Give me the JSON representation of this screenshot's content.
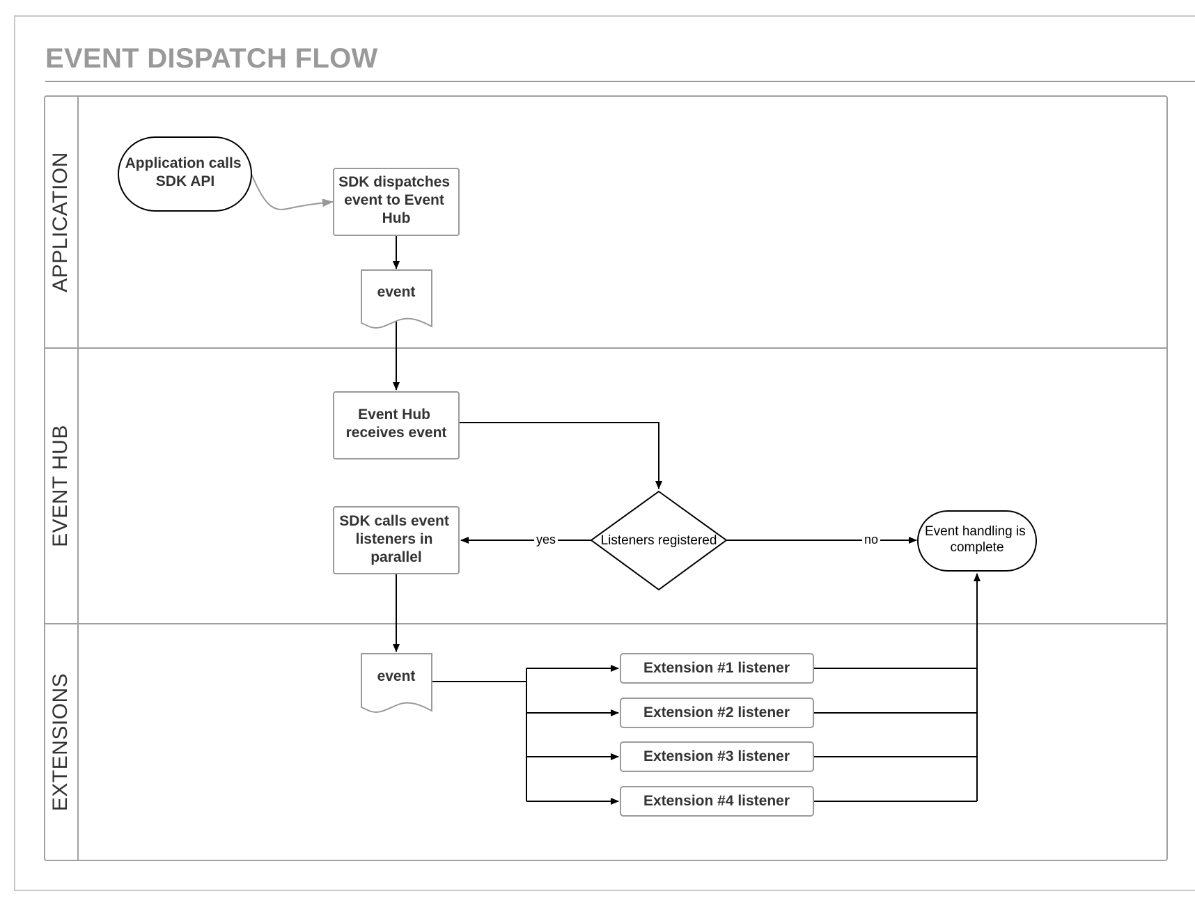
{
  "title": "EVENT DISPATCH FLOW",
  "lanes": [
    {
      "label": "APPLICATION"
    },
    {
      "label": "EVENT HUB"
    },
    {
      "label": "EXTENSIONS"
    }
  ],
  "nodes": {
    "start": {
      "lines": [
        "Application calls",
        "SDK API"
      ]
    },
    "dispatch": {
      "lines": [
        "SDK dispatches",
        "event to Event",
        "Hub"
      ]
    },
    "event_doc_top": {
      "lines": [
        "event"
      ]
    },
    "hub_receives": {
      "lines": [
        "Event Hub",
        "receives event"
      ]
    },
    "decision": {
      "lines": [
        "Listeners registered"
      ]
    },
    "calls_listeners": {
      "lines": [
        "SDK calls event",
        "listeners in",
        "parallel"
      ]
    },
    "complete": {
      "lines": [
        "Event handling is",
        "complete"
      ]
    },
    "event_doc_bottom": {
      "lines": [
        "event"
      ]
    },
    "ext1": {
      "lines": [
        "Extension #1 listener"
      ]
    },
    "ext2": {
      "lines": [
        "Extension #2 listener"
      ]
    },
    "ext3": {
      "lines": [
        "Extension #3 listener"
      ]
    },
    "ext4": {
      "lines": [
        "Extension #4 listener"
      ]
    }
  },
  "edge_labels": {
    "yes": "yes",
    "no": "no"
  },
  "colors": {
    "title": "#999999",
    "lane_border": "#a0a0a0",
    "box_border": "#9a9a9a",
    "connector": "#000000",
    "soft_connector": "#999999"
  }
}
